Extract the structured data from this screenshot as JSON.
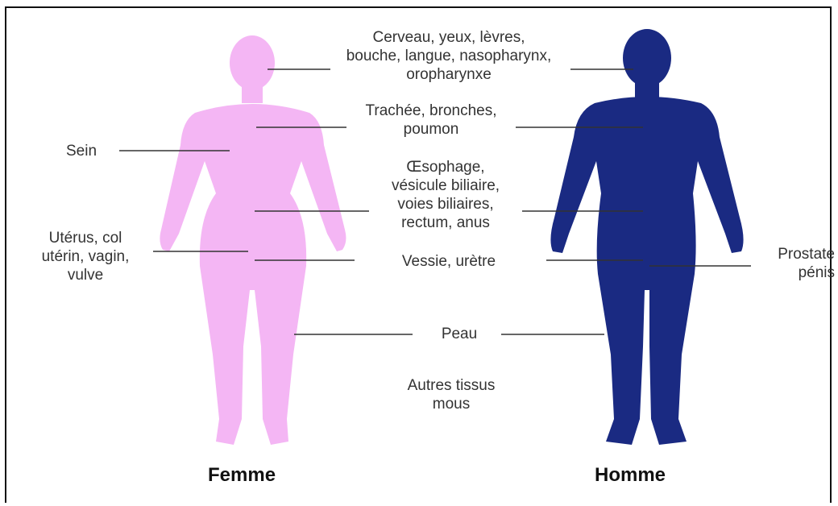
{
  "colors": {
    "female": "#f4b6f4",
    "male": "#1a2a82",
    "line": "#333333"
  },
  "figures": {
    "female_label": "Femme",
    "male_label": "Homme"
  },
  "labels": {
    "head": "Cerveau, yeux, lèvres,\nbouche, langue, nasopharynx,\noropharynxe",
    "lungs": "Trachée, bronches,\npoumon",
    "breast": "Sein",
    "digestive": "Œsophage,\nvésicule biliaire,\nvoies biliaires,\nrectum, anus",
    "uterus": "Utérus, col\nutérin, vagin,\nvulve",
    "bladder": "Vessie, urètre",
    "prostate": "Prostate\npénis",
    "skin": "Peau",
    "other": "Autres tissus\nmous"
  }
}
